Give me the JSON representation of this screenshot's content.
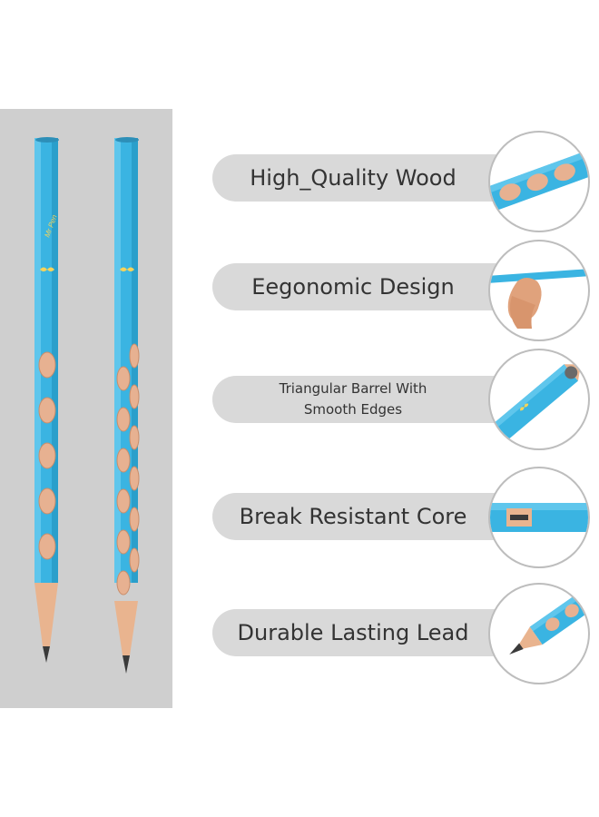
{
  "brand_mark": "Mr Pen",
  "features": [
    {
      "label": "High_Quality Wood",
      "icon": "wood-closeup-icon"
    },
    {
      "label": "Eegonomic Design",
      "icon": "hand-holding-pencil-icon"
    },
    {
      "label": "Triangular Barrel With Smooth Edges",
      "line1": "Triangular Barrel With",
      "line2": "Smooth Edges",
      "icon": "triangular-barrel-icon"
    },
    {
      "label": "Break Resistant Core",
      "icon": "pencil-core-cutaway-icon"
    },
    {
      "label": "Durable Lasting Lead",
      "icon": "pencil-tip-icon"
    }
  ],
  "colors": {
    "pencil_blue": "#3ab4e2",
    "panel_gray": "#cfcfcf",
    "pill_gray": "#d9d9d9",
    "wood": "#e9b48f",
    "lead": "#3a3a3a"
  }
}
